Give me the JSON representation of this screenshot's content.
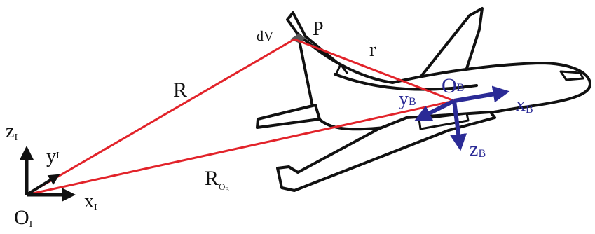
{
  "labels": {
    "dV": "dV",
    "P": "P",
    "r": "r",
    "R": "R",
    "R_O_B": {
      "main": "R",
      "sub": "O",
      "subsub": "B"
    },
    "O_I": {
      "main": "O",
      "sub": "I"
    },
    "x_I": {
      "main": "x",
      "sub": "I"
    },
    "y_I": {
      "main": "y",
      "sub": "I"
    },
    "z_I": {
      "main": "z",
      "sub": "I"
    },
    "O_B": {
      "main": "O",
      "sub": "B"
    },
    "x_B": {
      "main": "x",
      "sub": "B"
    },
    "y_B": {
      "main": "y",
      "sub": "B"
    },
    "z_B": {
      "main": "z",
      "sub": "B"
    }
  },
  "colors": {
    "vector_lines": "#e2232a",
    "body_axes": "#2b2b96",
    "inertial_axes": "#111111",
    "aircraft_outline": "#111111",
    "volume_element": "#555555"
  }
}
